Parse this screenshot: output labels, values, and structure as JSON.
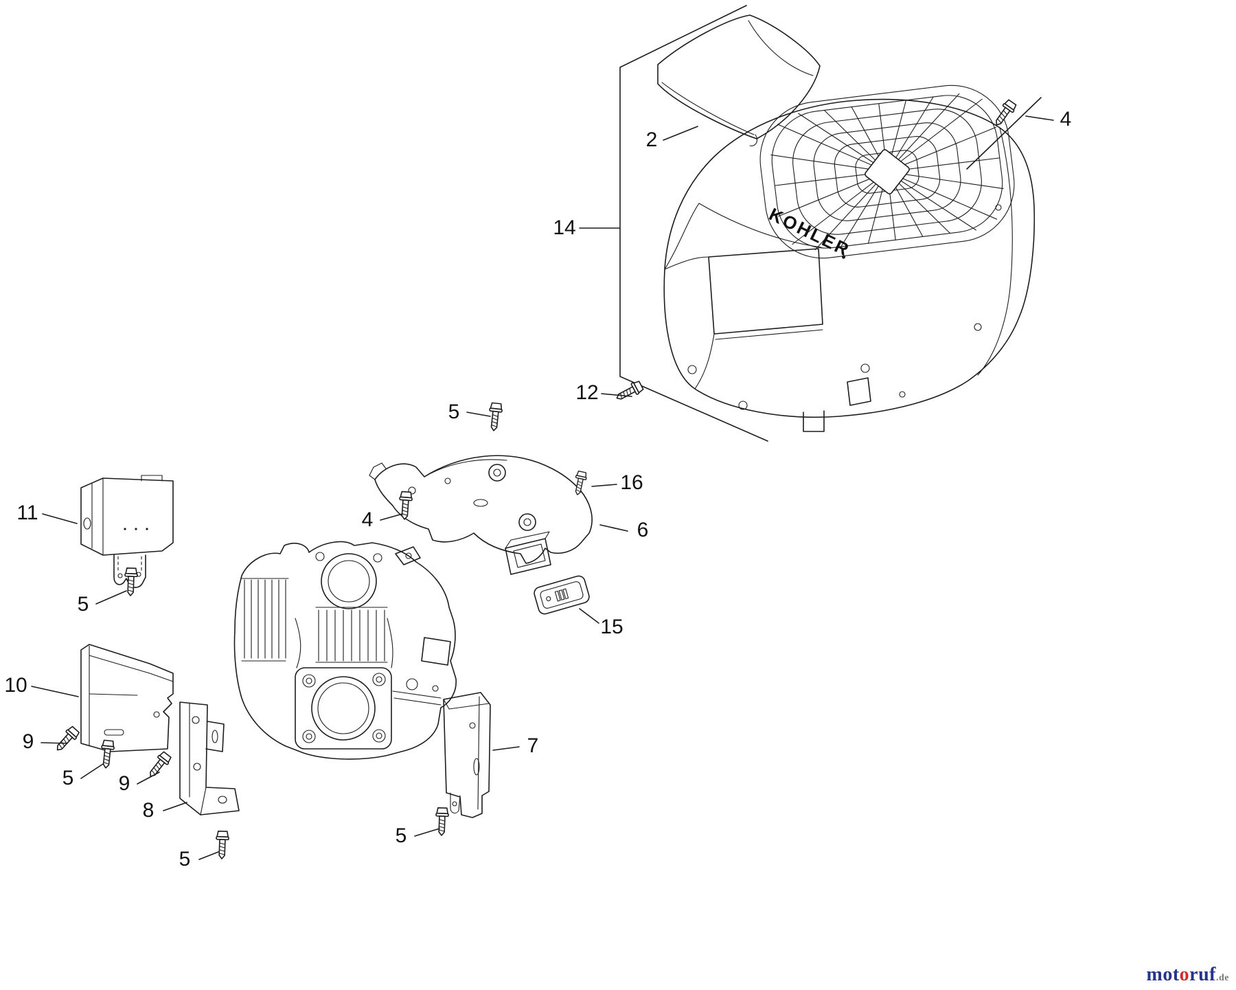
{
  "diagram": {
    "brand_label": "KOHLER",
    "callouts": [
      {
        "part": "top-cover",
        "label": "2"
      },
      {
        "part": "screw-top-right",
        "label": "4"
      },
      {
        "part": "blower-housing",
        "label": "14"
      },
      {
        "part": "screw-housing",
        "label": "12"
      },
      {
        "part": "screw-baffle-top",
        "label": "5"
      },
      {
        "part": "screw-right",
        "label": "16"
      },
      {
        "part": "screw-baffle-left",
        "label": "4"
      },
      {
        "part": "upper-baffle",
        "label": "6"
      },
      {
        "part": "bracket-upper-left",
        "label": "11"
      },
      {
        "part": "screw-under-11",
        "label": "5"
      },
      {
        "part": "module",
        "label": "15"
      },
      {
        "part": "baffle-left",
        "label": "10"
      },
      {
        "part": "screw-left-a",
        "label": "9"
      },
      {
        "part": "screw-left-b",
        "label": "5"
      },
      {
        "part": "screw-center",
        "label": "9"
      },
      {
        "part": "bracket-center",
        "label": "8"
      },
      {
        "part": "bracket-right",
        "label": "7"
      },
      {
        "part": "screw-under-7",
        "label": "5"
      },
      {
        "part": "screw-under-8",
        "label": "5"
      }
    ]
  },
  "watermark": {
    "part1": "mot",
    "part2": "o",
    "part3": "ruf",
    "suffix": ".de",
    "color_main": "#27348b",
    "color_accent": "#d02c2c",
    "color_suffix": "#777777"
  },
  "colors": {
    "line": "#1c1c1c",
    "background": "#ffffff"
  }
}
